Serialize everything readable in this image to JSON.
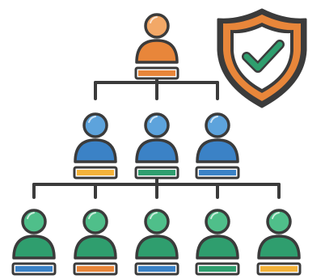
{
  "colors": {
    "outline": "#3b3b3b",
    "orange": "#e8863a",
    "orange_light": "#f2a867",
    "blue": "#3b82c6",
    "blue_light": "#5da3dc",
    "green": "#2f9e6e",
    "green_light": "#4fbf8a",
    "yellow": "#f3b23a",
    "white": "#ffffff"
  },
  "org_chart": {
    "top": {
      "person_color": "orange",
      "bar_color": "orange"
    },
    "middle": [
      {
        "person_color": "blue",
        "bar_color": "yellow"
      },
      {
        "person_color": "blue",
        "bar_color": "green"
      },
      {
        "person_color": "blue",
        "bar_color": "blue"
      }
    ],
    "bottom": [
      {
        "person_color": "green",
        "bar_color": "blue"
      },
      {
        "person_color": "green",
        "bar_color": "orange"
      },
      {
        "person_color": "green",
        "bar_color": "blue"
      },
      {
        "person_color": "green",
        "bar_color": "green"
      },
      {
        "person_color": "green",
        "bar_color": "yellow"
      }
    ]
  },
  "badge": {
    "icon": "shield-check-icon",
    "shield_color": "orange",
    "check_color": "green"
  }
}
